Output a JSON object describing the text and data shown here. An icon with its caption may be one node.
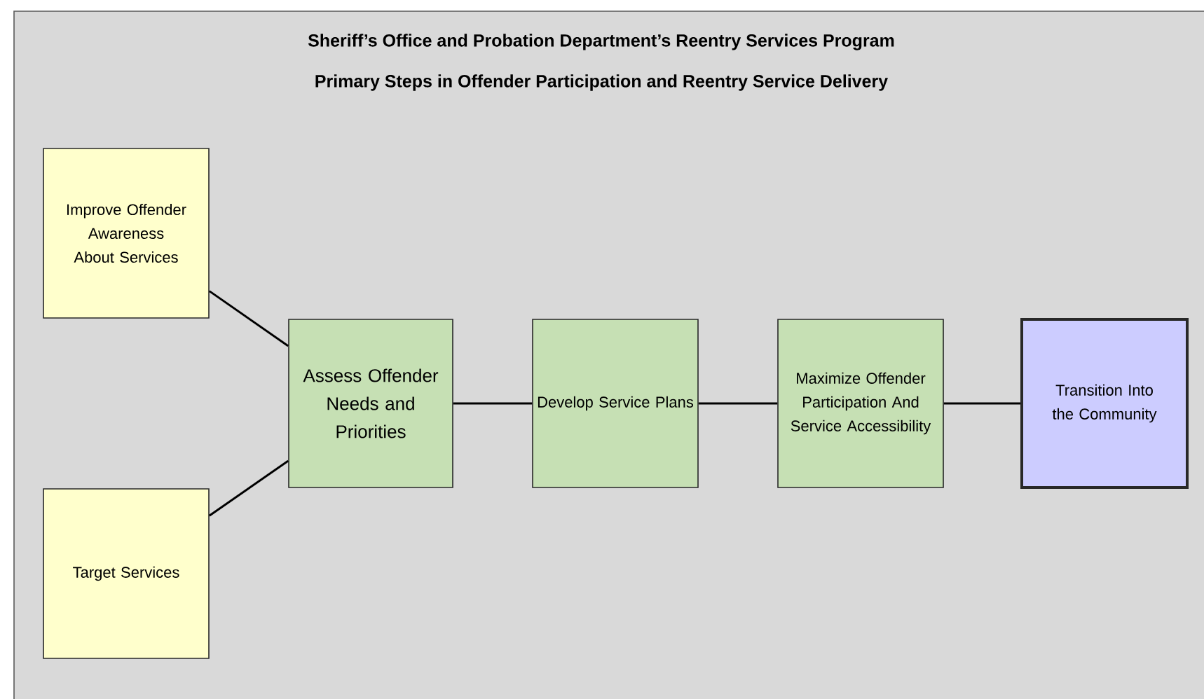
{
  "diagram": {
    "title": "Sheriff’s Office and Probation Department’s Reentry Services Program",
    "labels": [
      "Primary Steps in Offender Participation and Reentry Service Delivery"
    ],
    "nodes": [
      {
        "text": [
          "Improve Offender Awareness About Services"
        ]
      },
      {
        "text": [
          "Target Services"
        ]
      },
      {
        "text": [
          "Assess Offender Needs and Priorities"
        ]
      },
      {
        "text": [
          "Develop Service Plans"
        ]
      },
      {
        "text": [
          "Maximize Offender Participation And Service Accessibility"
        ]
      },
      {
        "text": [
          "Transition Into the Community"
        ]
      }
    ],
    "edges": [
      {
        "from": 0,
        "to": 2,
        "arrow": "none"
      },
      {
        "from": 1,
        "to": 2,
        "arrow": "none"
      },
      {
        "from": 2,
        "to": 3,
        "arrow": "none"
      },
      {
        "from": 3,
        "to": 4,
        "arrow": "none"
      },
      {
        "from": 4,
        "to": 5,
        "arrow": "none"
      }
    ]
  }
}
